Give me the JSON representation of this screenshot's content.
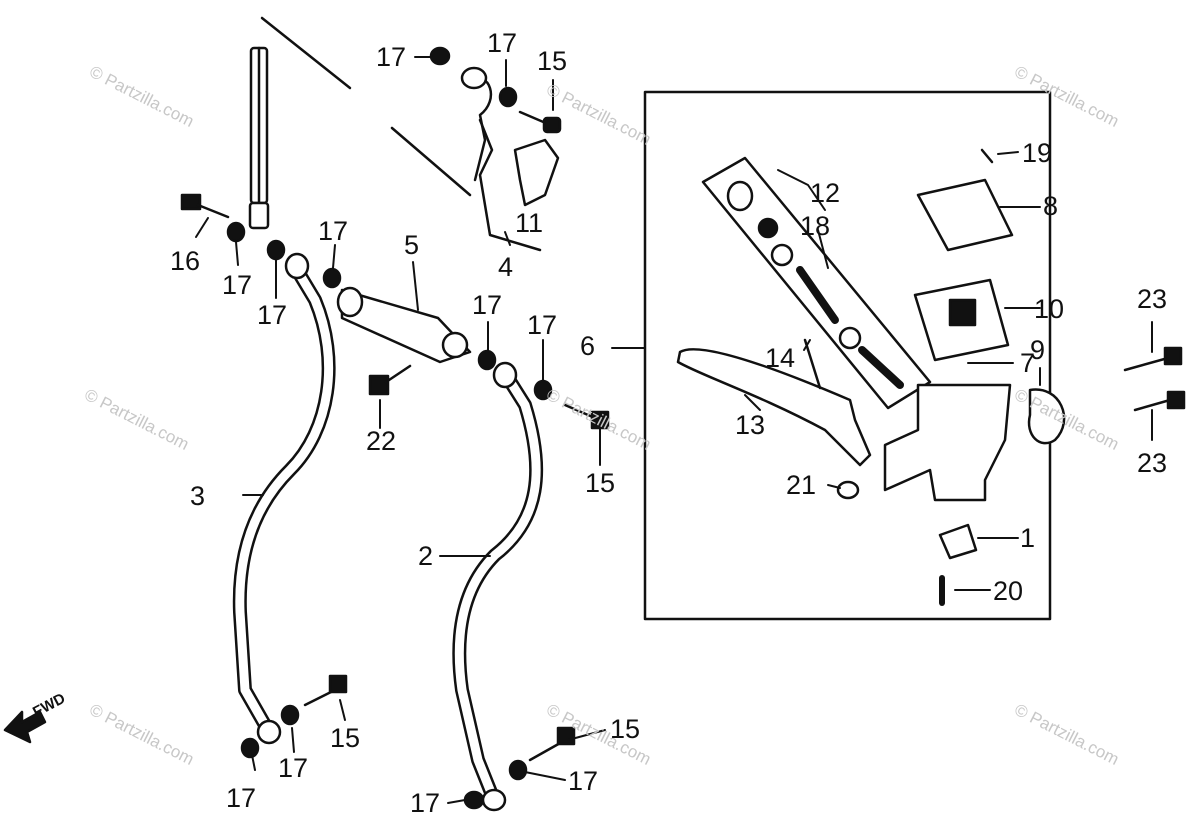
{
  "watermark": "© Partzilla.com",
  "direction_label": "FWD",
  "callouts": {
    "c1": "1",
    "c2": "2",
    "c3": "3",
    "c4": "4",
    "c5": "5",
    "c6": "6",
    "c7": "7",
    "c8": "8",
    "c9": "9",
    "c10": "10",
    "c11": "11",
    "c12": "12",
    "c13": "13",
    "c14": "14",
    "c15a": "15",
    "c15b": "15",
    "c15c": "15",
    "c15d": "15",
    "c16": "16",
    "c17a": "17",
    "c17b": "17",
    "c17c": "17",
    "c17d": "17",
    "c17e": "17",
    "c17f": "17",
    "c17g": "17",
    "c17h": "17",
    "c17i": "17",
    "c17j": "17",
    "c17k": "17",
    "c18": "18",
    "c19": "19",
    "c20": "20",
    "c21": "21",
    "c22": "22",
    "c23a": "23",
    "c23b": "23"
  },
  "colors": {
    "ink": "#111111",
    "watermark": "#c7c7c7",
    "background": "#ffffff"
  }
}
